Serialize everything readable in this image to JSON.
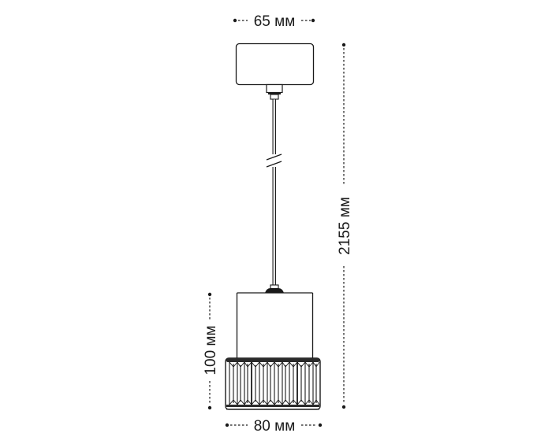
{
  "diagram": {
    "subject": "pendant lamp dimension drawing",
    "dimensions": {
      "canopy_width": {
        "value": 65,
        "unit": "мм",
        "label": "65 мм"
      },
      "total_height": {
        "value": 2155,
        "unit": "мм",
        "label": "2155 мм"
      },
      "shade_height": {
        "value": 100,
        "unit": "мм",
        "label": "100 мм"
      },
      "shade_width": {
        "value": 80,
        "unit": "мм",
        "label": "80 мм"
      }
    },
    "parts": [
      "canopy",
      "cord",
      "cord-break-symbol",
      "shade-body",
      "crystal-band"
    ],
    "colors": {
      "line": "#1a1a1a",
      "background": "#ffffff"
    }
  }
}
